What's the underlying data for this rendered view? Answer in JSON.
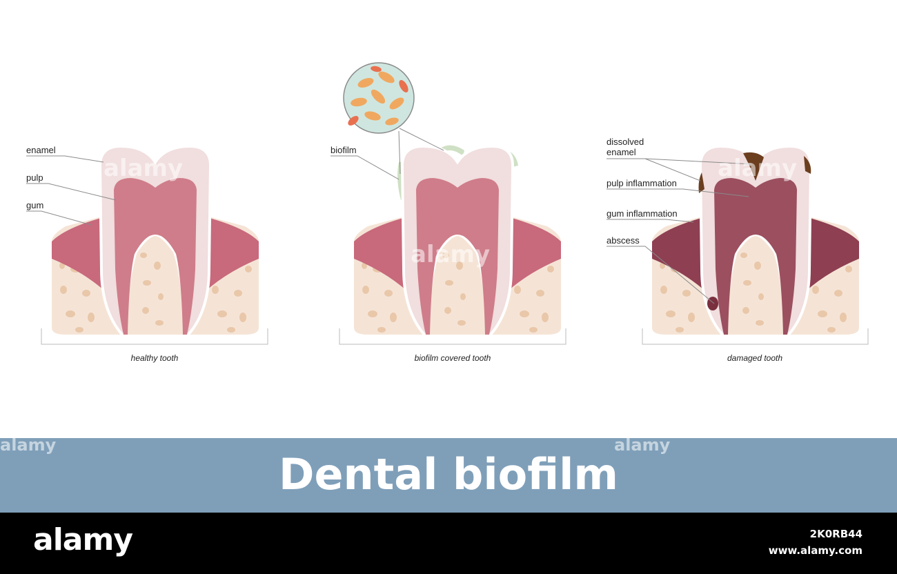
{
  "title": "Dental biofilm",
  "colors": {
    "banner": "#7f9fb9",
    "enamel": "#f1dede",
    "pulp": "#cf7d8a",
    "pulp_inflamed": "#9b4f5f",
    "gum": "#c8697c",
    "gum_inflamed": "#8e3f52",
    "bone": "#f5e4d6",
    "biofilm": "#cfe0c4",
    "decay": "#6b3e1e"
  },
  "panels": [
    {
      "caption": "healthy tooth",
      "labels": [
        "enamel",
        "pulp",
        "gum"
      ]
    },
    {
      "caption": "biofilm covered tooth",
      "labels": [
        "biofilm"
      ]
    },
    {
      "caption": "damaged tooth",
      "labels": [
        "dissolved enamel",
        "pulp inflammation",
        "gum inflammation",
        "abscess"
      ]
    }
  ],
  "watermark": "alamy",
  "footer": {
    "logo": "alamy",
    "image_id": "2K0RB44",
    "url": "www.alamy.com"
  }
}
